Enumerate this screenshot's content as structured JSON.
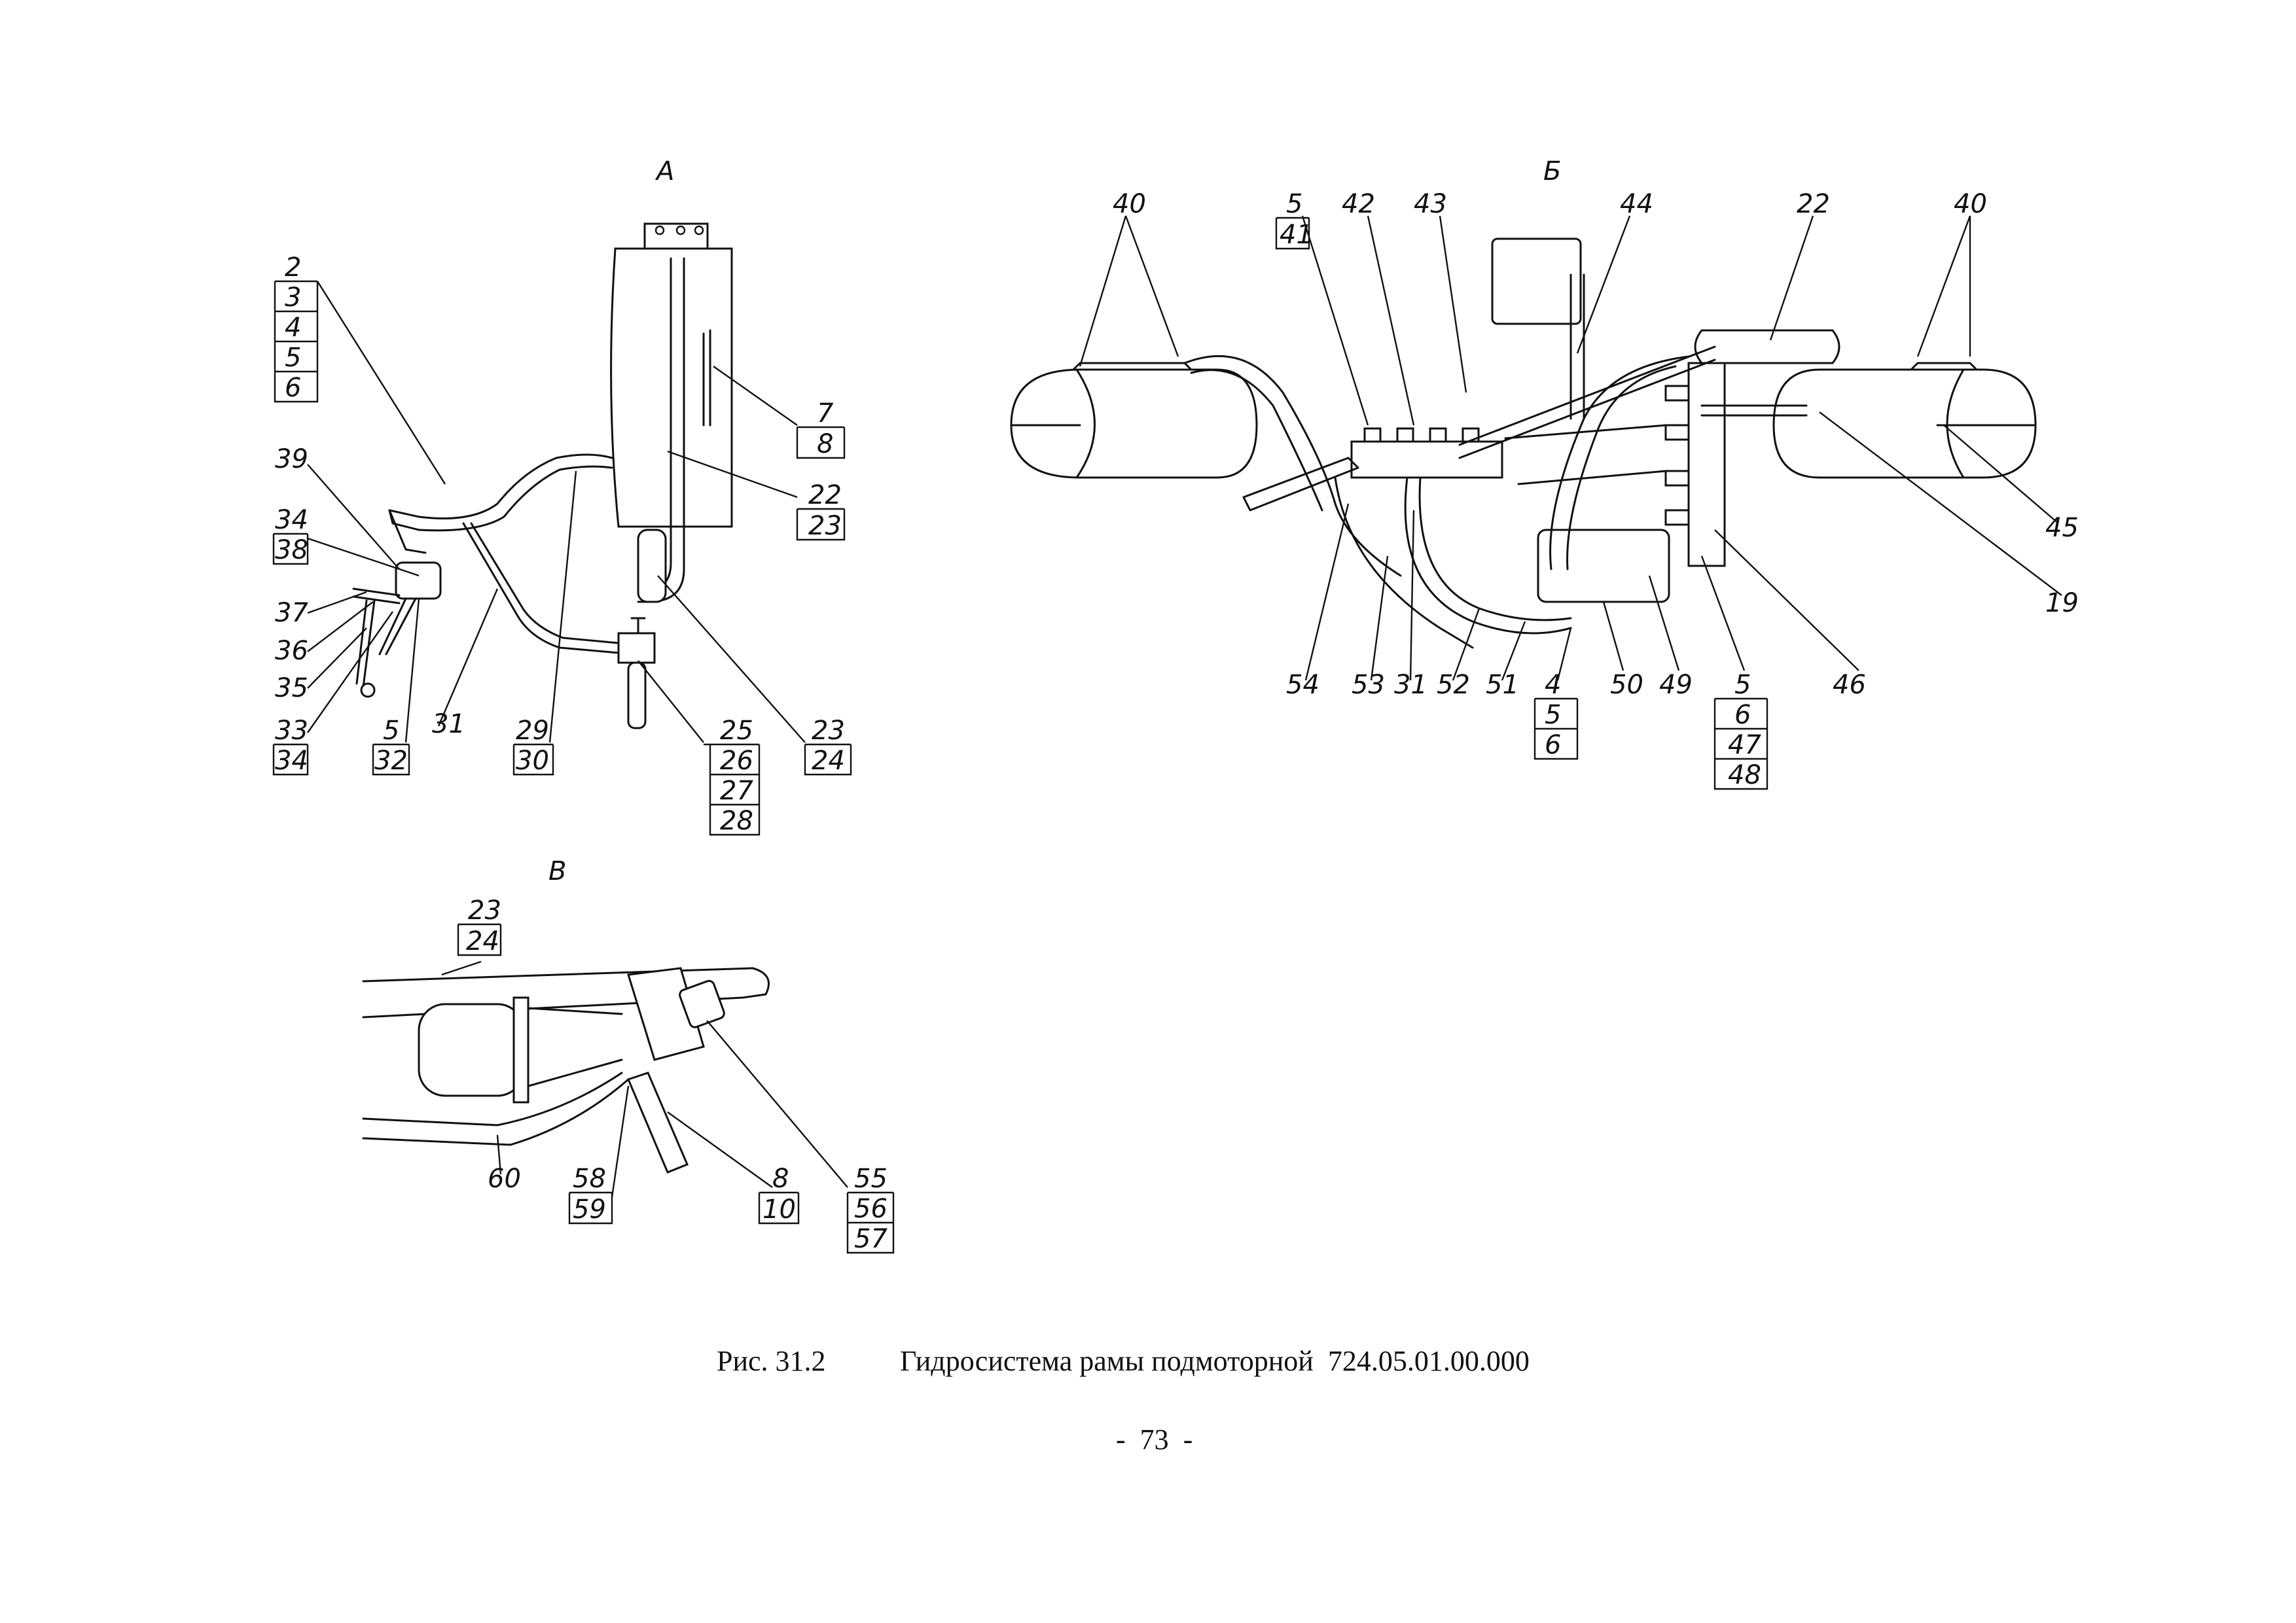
{
  "views": {
    "a": "А",
    "b": "Б",
    "v": "В"
  },
  "view_a": {
    "stack_left": [
      "2",
      "3",
      "4",
      "5",
      "6"
    ],
    "l39": "39",
    "l34": "34",
    "l38": "38",
    "l37": "37",
    "l36": "36",
    "l35": "35",
    "l33": "33",
    "l34b": "34",
    "l5": "5",
    "l32": "32",
    "l31": "31",
    "l29": "29",
    "l30": "30",
    "l7": "7",
    "l8": "8",
    "l22": "22",
    "l23": "23",
    "stack_25": [
      "25",
      "26",
      "27",
      "28"
    ],
    "l23b": "23",
    "l24": "24"
  },
  "view_b": {
    "l40a": "40",
    "l5": "5",
    "l41": "41",
    "l42": "42",
    "l43": "43",
    "l44": "44",
    "l22": "22",
    "l40b": "40",
    "l45": "45",
    "l19": "19",
    "l46": "46",
    "stack_5": [
      "5",
      "6",
      "47",
      "48"
    ],
    "l49": "49",
    "l50": "50",
    "stack_4": [
      "4",
      "5",
      "6"
    ],
    "l51": "51",
    "l52": "52",
    "l31": "31",
    "l53": "53",
    "l54": "54"
  },
  "view_v": {
    "l23": "23",
    "l24": "24",
    "l60": "60",
    "l58": "58",
    "l59": "59",
    "l8": "8",
    "l10": "10",
    "stack_55": [
      "55",
      "56",
      "57"
    ]
  },
  "caption": {
    "figure": "Рис. 31.2",
    "title": "Гидросистема рамы подмоторной  724.05.01.00.000"
  },
  "page_number": "-  73  -"
}
